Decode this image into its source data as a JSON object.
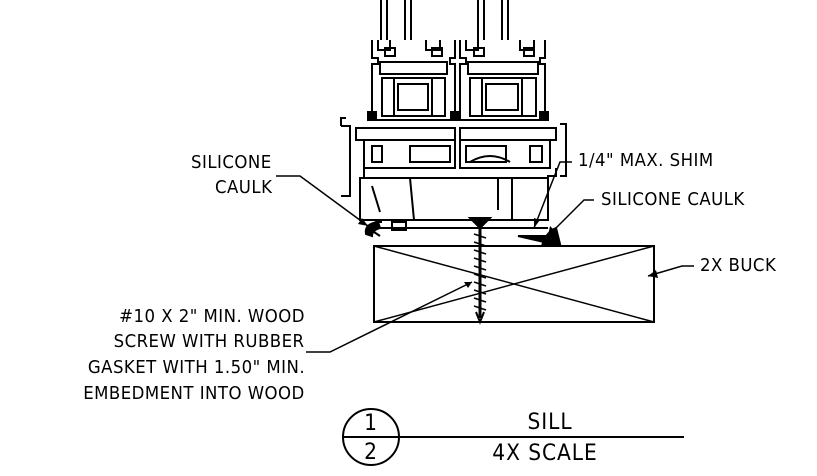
{
  "labels": {
    "silicone_caulk_left": [
      "SILICONE",
      "CAULK"
    ],
    "shim": "1/4\" MAX. SHIM",
    "silicone_caulk_right": "SILICONE CAULK",
    "buck": "2X BUCK",
    "screw_note": [
      "#10 X 2\" MIN. WOOD",
      "SCREW WITH RUBBER",
      "GASKET WITH 1.50\" MIN.",
      "EMBEDMENT INTO WOOD"
    ]
  },
  "title_block": {
    "detail_number": "1",
    "sheet_number": "2",
    "title": "SILL",
    "scale": "4X SCALE"
  }
}
